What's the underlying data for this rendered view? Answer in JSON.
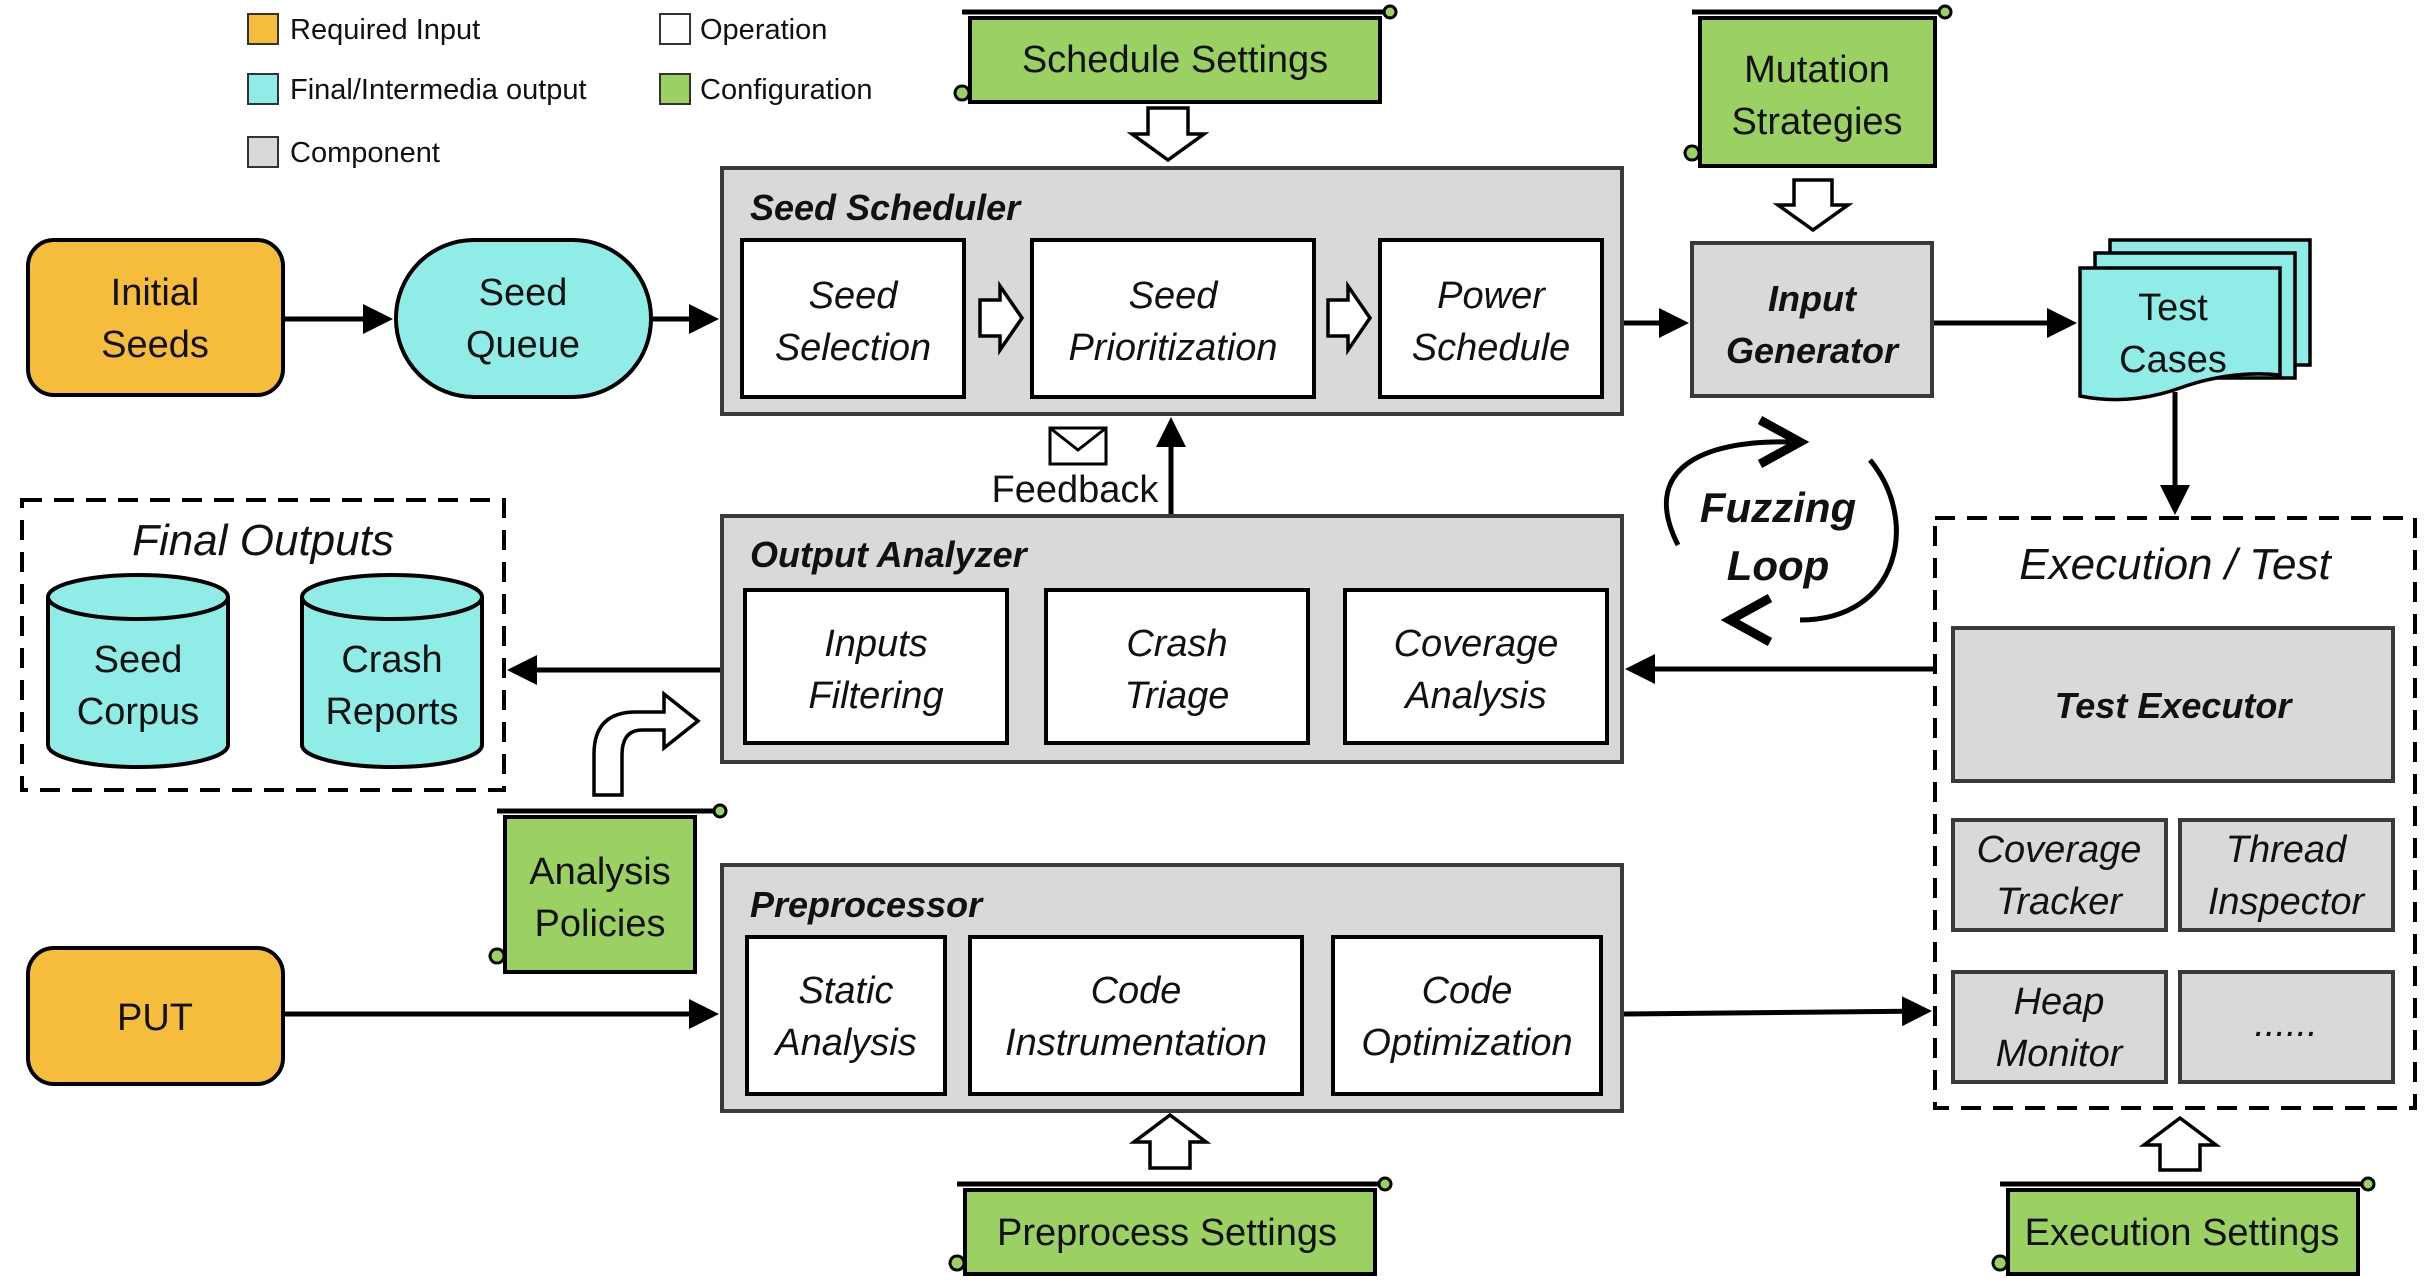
{
  "legend": {
    "required_input": "Required Input",
    "output": "Final/Intermedia output",
    "component": "Component",
    "operation": "Operation",
    "configuration": "Configuration"
  },
  "colors": {
    "required_input": "#f6bd3c",
    "output": "#90ece6",
    "component": "#d9d9d9",
    "operation": "#ffffff",
    "configuration": "#9bd163"
  },
  "config": {
    "schedule_settings": "Schedule Settings",
    "mutation": [
      "Mutation",
      "Strategies"
    ],
    "analysis": [
      "Analysis",
      "Policies"
    ],
    "preprocess_settings": "Preprocess Settings",
    "execution_settings": "Execution Settings"
  },
  "inputs": {
    "initial_seeds": [
      "Initial",
      "Seeds"
    ],
    "put": "PUT"
  },
  "seed_queue": [
    "Seed",
    "Queue"
  ],
  "seed_scheduler": {
    "title": "Seed Scheduler",
    "ops": [
      [
        "Seed",
        "Selection"
      ],
      [
        "Seed",
        "Prioritization"
      ],
      [
        "Power",
        "Schedule"
      ]
    ]
  },
  "input_generator": [
    "Input",
    "Generator"
  ],
  "test_cases": [
    "Test",
    "Cases"
  ],
  "feedback": "Feedback",
  "fuzzing_loop": [
    "Fuzzing",
    "Loop"
  ],
  "output_analyzer": {
    "title": "Output Analyzer",
    "ops": [
      [
        "Inputs",
        "Filtering"
      ],
      [
        "Crash",
        "Triage"
      ],
      [
        "Coverage",
        "Analysis"
      ]
    ]
  },
  "final_outputs": {
    "title": "Final Outputs",
    "items": [
      [
        "Seed",
        "Corpus"
      ],
      [
        "Crash",
        "Reports"
      ]
    ]
  },
  "preprocessor": {
    "title": "Preprocessor",
    "ops": [
      [
        "Static",
        "Analysis"
      ],
      [
        "Code",
        "Instrumentation"
      ],
      [
        "Code",
        "Optimization"
      ]
    ]
  },
  "execution": {
    "title": "Execution / Test",
    "executor": "Test Executor",
    "monitors": [
      [
        "Coverage",
        "Tracker"
      ],
      [
        "Thread",
        "Inspector"
      ],
      [
        "Heap",
        "Monitor"
      ],
      [
        "......"
      ]
    ]
  }
}
